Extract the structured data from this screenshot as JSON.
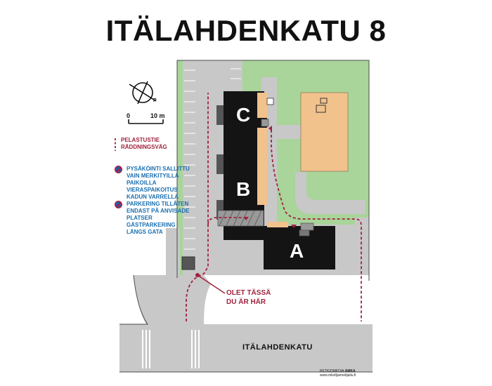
{
  "title": "ITÄLAHDENKATU 8",
  "scale": {
    "start": "0",
    "end": "10 m"
  },
  "north_label": "P",
  "legend": {
    "rescue_route": {
      "fi": "PELASTUSTIE",
      "sv": "RÄDDNINGSVÄG"
    },
    "parking_fi": [
      "PYSÄKÖINTI SALLITTU",
      "VAIN MERKITYILLÄ",
      "PAIKOILLA",
      "VIERASPAIKOITUS",
      "KADUN VARRELLA"
    ],
    "parking_sv": [
      "PARKERING TILLÅTEN",
      "ENDAST PÅ ANVISADE",
      "PLATSER",
      "GÄSTPARKERING",
      "LÄNGS GATA"
    ]
  },
  "buildings": {
    "a": "A",
    "b": "B",
    "c": "C"
  },
  "you_are_here": {
    "fi": "OLET TÄSSÄ",
    "sv": "DU ÄR HÄR"
  },
  "street": "ITÄLAHDENKATU",
  "credit": {
    "line1": "RETKIOMEDIA",
    "brand": "AMKA",
    "line2": "www.mkoltjamedijailu.fi"
  },
  "colors": {
    "road": "#c8c8c8",
    "grass": "#a9d49a",
    "building": "#141414",
    "annex": "#f2c28c",
    "rescue": "#a0223c",
    "info_blue": "#1a6fb0",
    "outline": "#4a4a4a"
  }
}
